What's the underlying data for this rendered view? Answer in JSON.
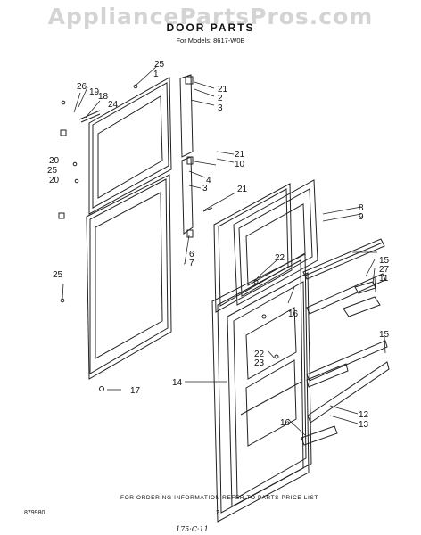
{
  "watermark": "AppliancePartsPros.com",
  "header": {
    "title": "DOOR PARTS",
    "models": "For Models: 8617-W0B"
  },
  "callouts": [
    "25",
    "1",
    "26",
    "19",
    "18",
    "24",
    "21",
    "2",
    "3",
    "20",
    "25",
    "20",
    "21",
    "10",
    "4",
    "3",
    "21",
    "8",
    "9",
    "6",
    "7",
    "22",
    "15",
    "27",
    "11",
    "25",
    "16",
    "15",
    "14",
    "22",
    "23",
    "17",
    "16",
    "12",
    "13"
  ],
  "footer": {
    "note": "FOR ORDERING INFORMATION REFER TO PARTS PRICE LIST",
    "doc_number": "879980",
    "page": "2",
    "handwritten": "175·C·11"
  }
}
